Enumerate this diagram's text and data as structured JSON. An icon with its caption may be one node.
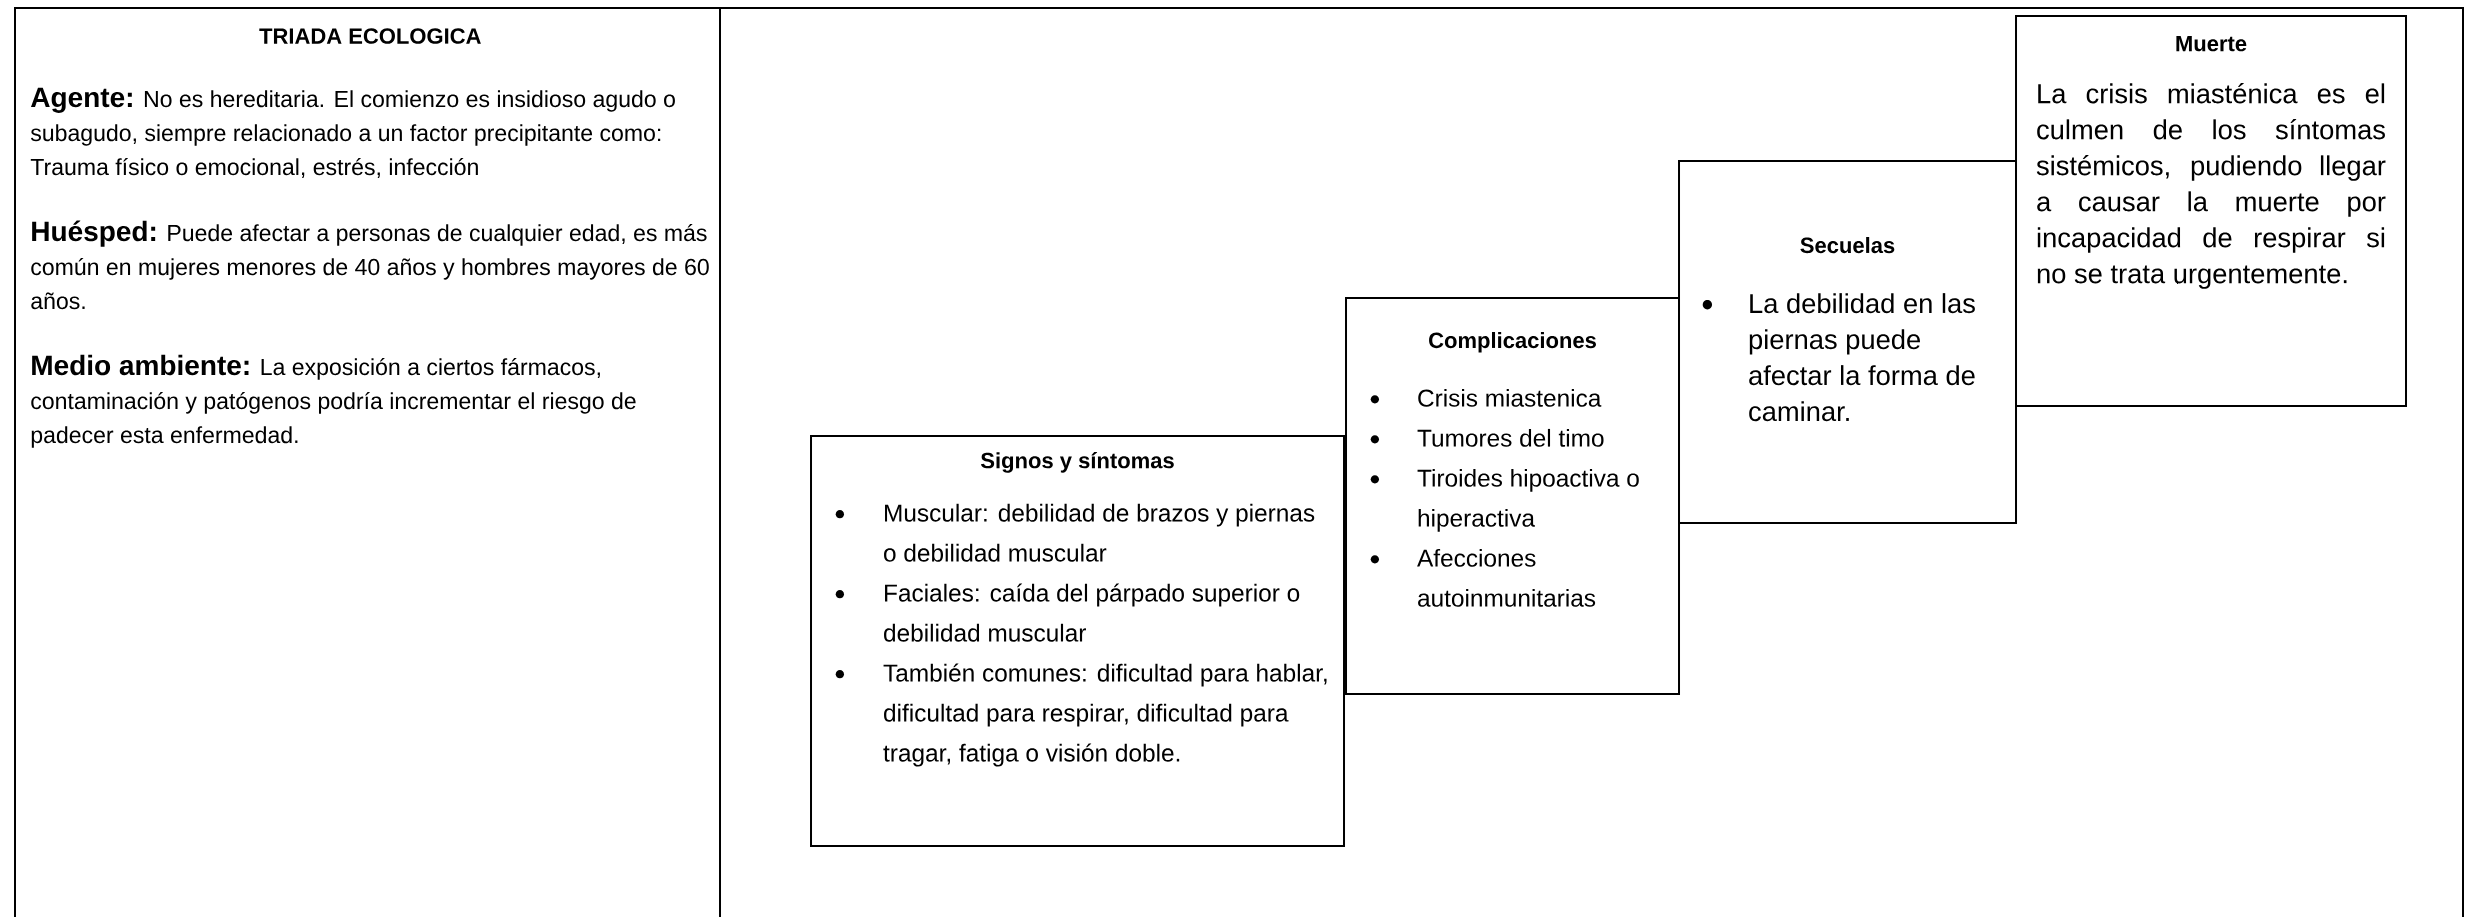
{
  "diagram": {
    "nodes": [
      {
        "text": [
          "TRIADA ECOLOGICA",
          "Agente:",
          "No es hereditaria. El comienzo es insidioso agudo o subagudo, siempre relacionado a un factor precipitante como: Trauma físico o emocional, estrés, infección",
          "Huésped:",
          "Puede afectar a personas de cualquier edad, es más común en mujeres menores de 40 años y hombres mayores de 60 años.",
          "Medio ambiente:",
          "La  exposición a ciertos fármacos, contaminación y patógenos podría incrementar el riesgo de padecer esta enfermedad."
        ]
      },
      {
        "text": [
          "Signos y síntomas",
          "Muscular: debilidad de brazos y piernas o debilidad muscular",
          "Faciales: caída del párpado superior o debilidad muscular",
          "También comunes: dificultad para hablar, dificultad para respirar, dificultad para tragar, fatiga o visión doble."
        ]
      },
      {
        "text": [
          "Complicaciones",
          "Crisis miastenica",
          "Tumores del timo",
          "Tiroides hipoactiva o hiperactiva",
          "Afecciones autoinmunitarias"
        ]
      },
      {
        "text": [
          "Secuelas",
          "La debilidad en las piernas puede afectar la forma de caminar."
        ]
      },
      {
        "text": [
          "Muerte",
          "La crisis miasténica es el culmen de los síntomas sistémicos, pudiendo llegar a causar la muerte por incapacidad de respirar si no se trata urgentemente."
        ]
      }
    ]
  }
}
